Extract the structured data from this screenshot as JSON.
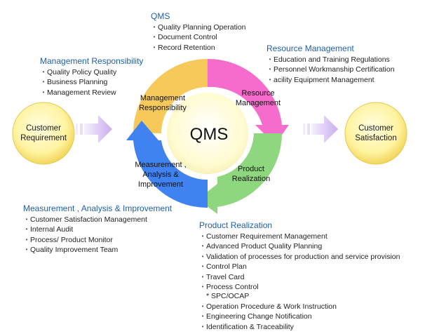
{
  "colors": {
    "heading": "#1f5fa8",
    "segment_management": "#f7c95a",
    "segment_resource": "#f56ccc",
    "segment_realization": "#8fd77e",
    "segment_measurement": "#3f82f0",
    "center": "#fffbc8",
    "side_circle": "#fff2a0",
    "side_arrow": "#c8a8f0"
  },
  "center_label": "QMS",
  "side": {
    "left_line1": "Customer",
    "left_line2": "Requirement",
    "right_line1": "Customer",
    "right_line2": "Satisfaction"
  },
  "ring": {
    "management_line1": "Management",
    "management_line2": "Responsibility",
    "resource_line1": "Resource",
    "resource_line2": "Management",
    "realization_line1": "Product",
    "realization_line2": "Realization",
    "measurement_line1": "Measurement ,",
    "measurement_line2": "Analysis &",
    "measurement_line3": "Improvement"
  },
  "blocks": {
    "qms": {
      "title": "QMS",
      "items": [
        "Quality Planning Operation",
        "Document Control",
        "Record Retention"
      ]
    },
    "management": {
      "title": "Management Responsibility",
      "items": [
        "Quality Policy Quality",
        "Business Planning",
        "Management Review"
      ]
    },
    "resource": {
      "title": "Resource Management",
      "items": [
        "Education and Training Regulations",
        "Personnel Workmanship Certification",
        "acility Equipment Management"
      ]
    },
    "measurement": {
      "title": "Measurement , Analysis & Improvement",
      "items": [
        "Customer Satisfaction Management",
        "Internal Audit",
        "Process/ Product Monitor",
        "Quality Improvement Team"
      ]
    },
    "product": {
      "title": "Product Realization",
      "items": [
        "Customer Requirement Management",
        "Advanced Product Quality Planning",
        "Validation of processes for production and service provision",
        "Control Plan",
        "Travel Card",
        "Process Control"
      ],
      "sub_item": "* SPC/OCAP",
      "items_after": [
        "Operation Procedure & Work Instruction",
        "Engineering Change Notification",
        "Identification & Traceability"
      ]
    }
  }
}
